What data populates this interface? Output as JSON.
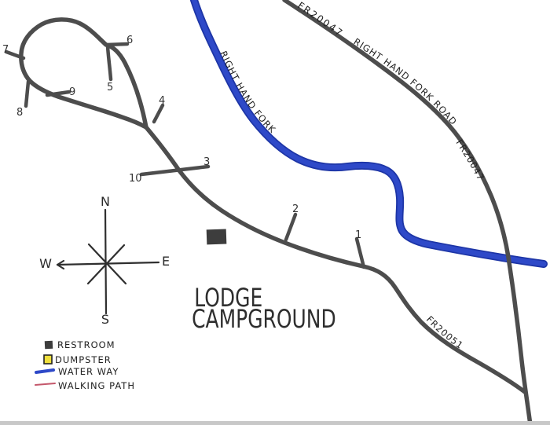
{
  "map": {
    "title_line1": "LODGE",
    "title_line2": "CAMPGROUND"
  },
  "compass": {
    "n": "N",
    "e": "E",
    "s": "S",
    "w": "W"
  },
  "labels": {
    "river": "RIGHT HAND FORK",
    "road_fr_upper": "FR20047",
    "road_name": "RIGHT HAND FORK ROAD",
    "road_fr_lower": "FR20047",
    "campground_road_fr": "FR20051"
  },
  "sites": {
    "s1": "1",
    "s2": "2",
    "s3": "3",
    "s4": "4",
    "s5": "5",
    "s6": "6",
    "s7": "7",
    "s8": "8",
    "s9": "9",
    "s10": "10"
  },
  "legend": {
    "items": [
      {
        "label": "RESTROOM",
        "swatch": "restroom-square-icon"
      },
      {
        "label": "DUMPSTER",
        "swatch": "dumpster-square-icon"
      },
      {
        "label": "WATER WAY",
        "swatch": "water-way-line-icon"
      },
      {
        "label": "WALKING PATH",
        "swatch": "walking-path-line-icon"
      }
    ]
  },
  "colors": {
    "road": "#4d4d4d",
    "river": "#2e49c8",
    "river_edge": "#1d35a6",
    "walking_path": "#c4576b",
    "dumpster_fill": "#f0e03c",
    "restroom_fill": "#3d3d3d",
    "ink": "#2b2b2b",
    "scan_edge": "#c8c8c8"
  }
}
